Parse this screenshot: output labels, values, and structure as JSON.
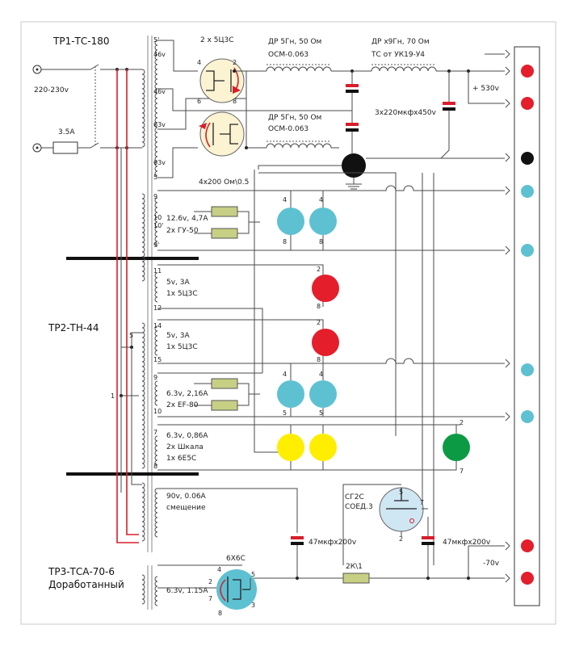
{
  "transformers": {
    "tp1": "ТР1-ТС-180",
    "tp2": "ТР2-ТН-44",
    "tp3_line1": "ТР3-ТСА-70-6",
    "tp3_line2": "Доработанный"
  },
  "mains": {
    "voltage": "220-230v",
    "fuse": "3.5A"
  },
  "tp1_windings": {
    "w5p": "5'",
    "w46a": "46v",
    "w46b": "46v",
    "w63a": "63v",
    "w63b": "63v",
    "w5": "5"
  },
  "rectifier": {
    "tubes": "2 x 5Ц3С",
    "pin4": "4",
    "pin2": "2",
    "pin6": "6",
    "pin8": "8"
  },
  "chokes": {
    "ch1_l1": "ДР 5Гн, 50 Ом",
    "ch1_l2": "ОСМ-0.063",
    "ch2_l1": "ДР 5Гн, 50 Ом",
    "ch2_l2": "ОСМ-0.063",
    "ch3_l1": "ДР х9Гн, 70 Ом",
    "ch3_l2": "ТС от УК19-У4"
  },
  "caps": {
    "main": "3х220мкфх450v",
    "bias1": "47мкфх200v",
    "bias2": "47мкфх200v"
  },
  "outputs": {
    "plus": "+ 530v",
    "minus": "-70v"
  },
  "resistors": {
    "r4x200": "4х200 Ом\\0.5",
    "r2k": "2К\\1"
  },
  "gu50": {
    "w9": "9",
    "w10": "10",
    "w10p": "10'",
    "w9p": "9'",
    "line1": "12.6v, 4,7A",
    "line2": "2х ГУ-50",
    "p4a": "4",
    "p4b": "4",
    "p8a": "8",
    "p8b": "8"
  },
  "kenotron1": {
    "w11": "11",
    "w12": "12",
    "line1": "5v, 3A",
    "line2": "1х 5Ц3С",
    "p2": "2",
    "p8": "8"
  },
  "kenotron2": {
    "w14": "14",
    "w15": "15",
    "line1": "5v, 3A",
    "line2": "1х 5Ц3С",
    "p2": "2",
    "p8": "8"
  },
  "ef80": {
    "w9": "9",
    "w10": "10",
    "line1": "6.3v, 2,16A",
    "line2": "2х EF-80",
    "p4a": "4",
    "p4b": "4",
    "p5a": "5",
    "p5b": "5"
  },
  "scale": {
    "w7": "7",
    "w8": "8",
    "line1": "6.3v, 0,86A",
    "line2": "2х Шкала",
    "line3": "1х 6Е5С",
    "p2": "2",
    "p7": "7"
  },
  "tp2_taps": {
    "t5": "5",
    "t1": "1"
  },
  "bias": {
    "line1": "90v, 0.06A",
    "line2": "смещение"
  },
  "stab": {
    "l1": "СГ2С",
    "l2": "СОЕД.3",
    "p5": "5",
    "p7": "7",
    "p2": "2"
  },
  "tube6x6": {
    "name": "6Х6С",
    "heater": "6.3v, 1.15A",
    "p4": "4",
    "p2": "2",
    "p7": "7",
    "p8": "8",
    "p5": "5",
    "p3": "3"
  },
  "colors": {
    "red": "#e41e2b",
    "black": "#111111",
    "cyan": "#5ec1d2",
    "yellow": "#ffee00",
    "green": "#0d9a45",
    "wire_red": "#d81e2a",
    "bar": "#111111",
    "tube_cream": "#fbf3d2",
    "resistor": "#c7cf84",
    "tube_blue": "#cfe6f3"
  }
}
